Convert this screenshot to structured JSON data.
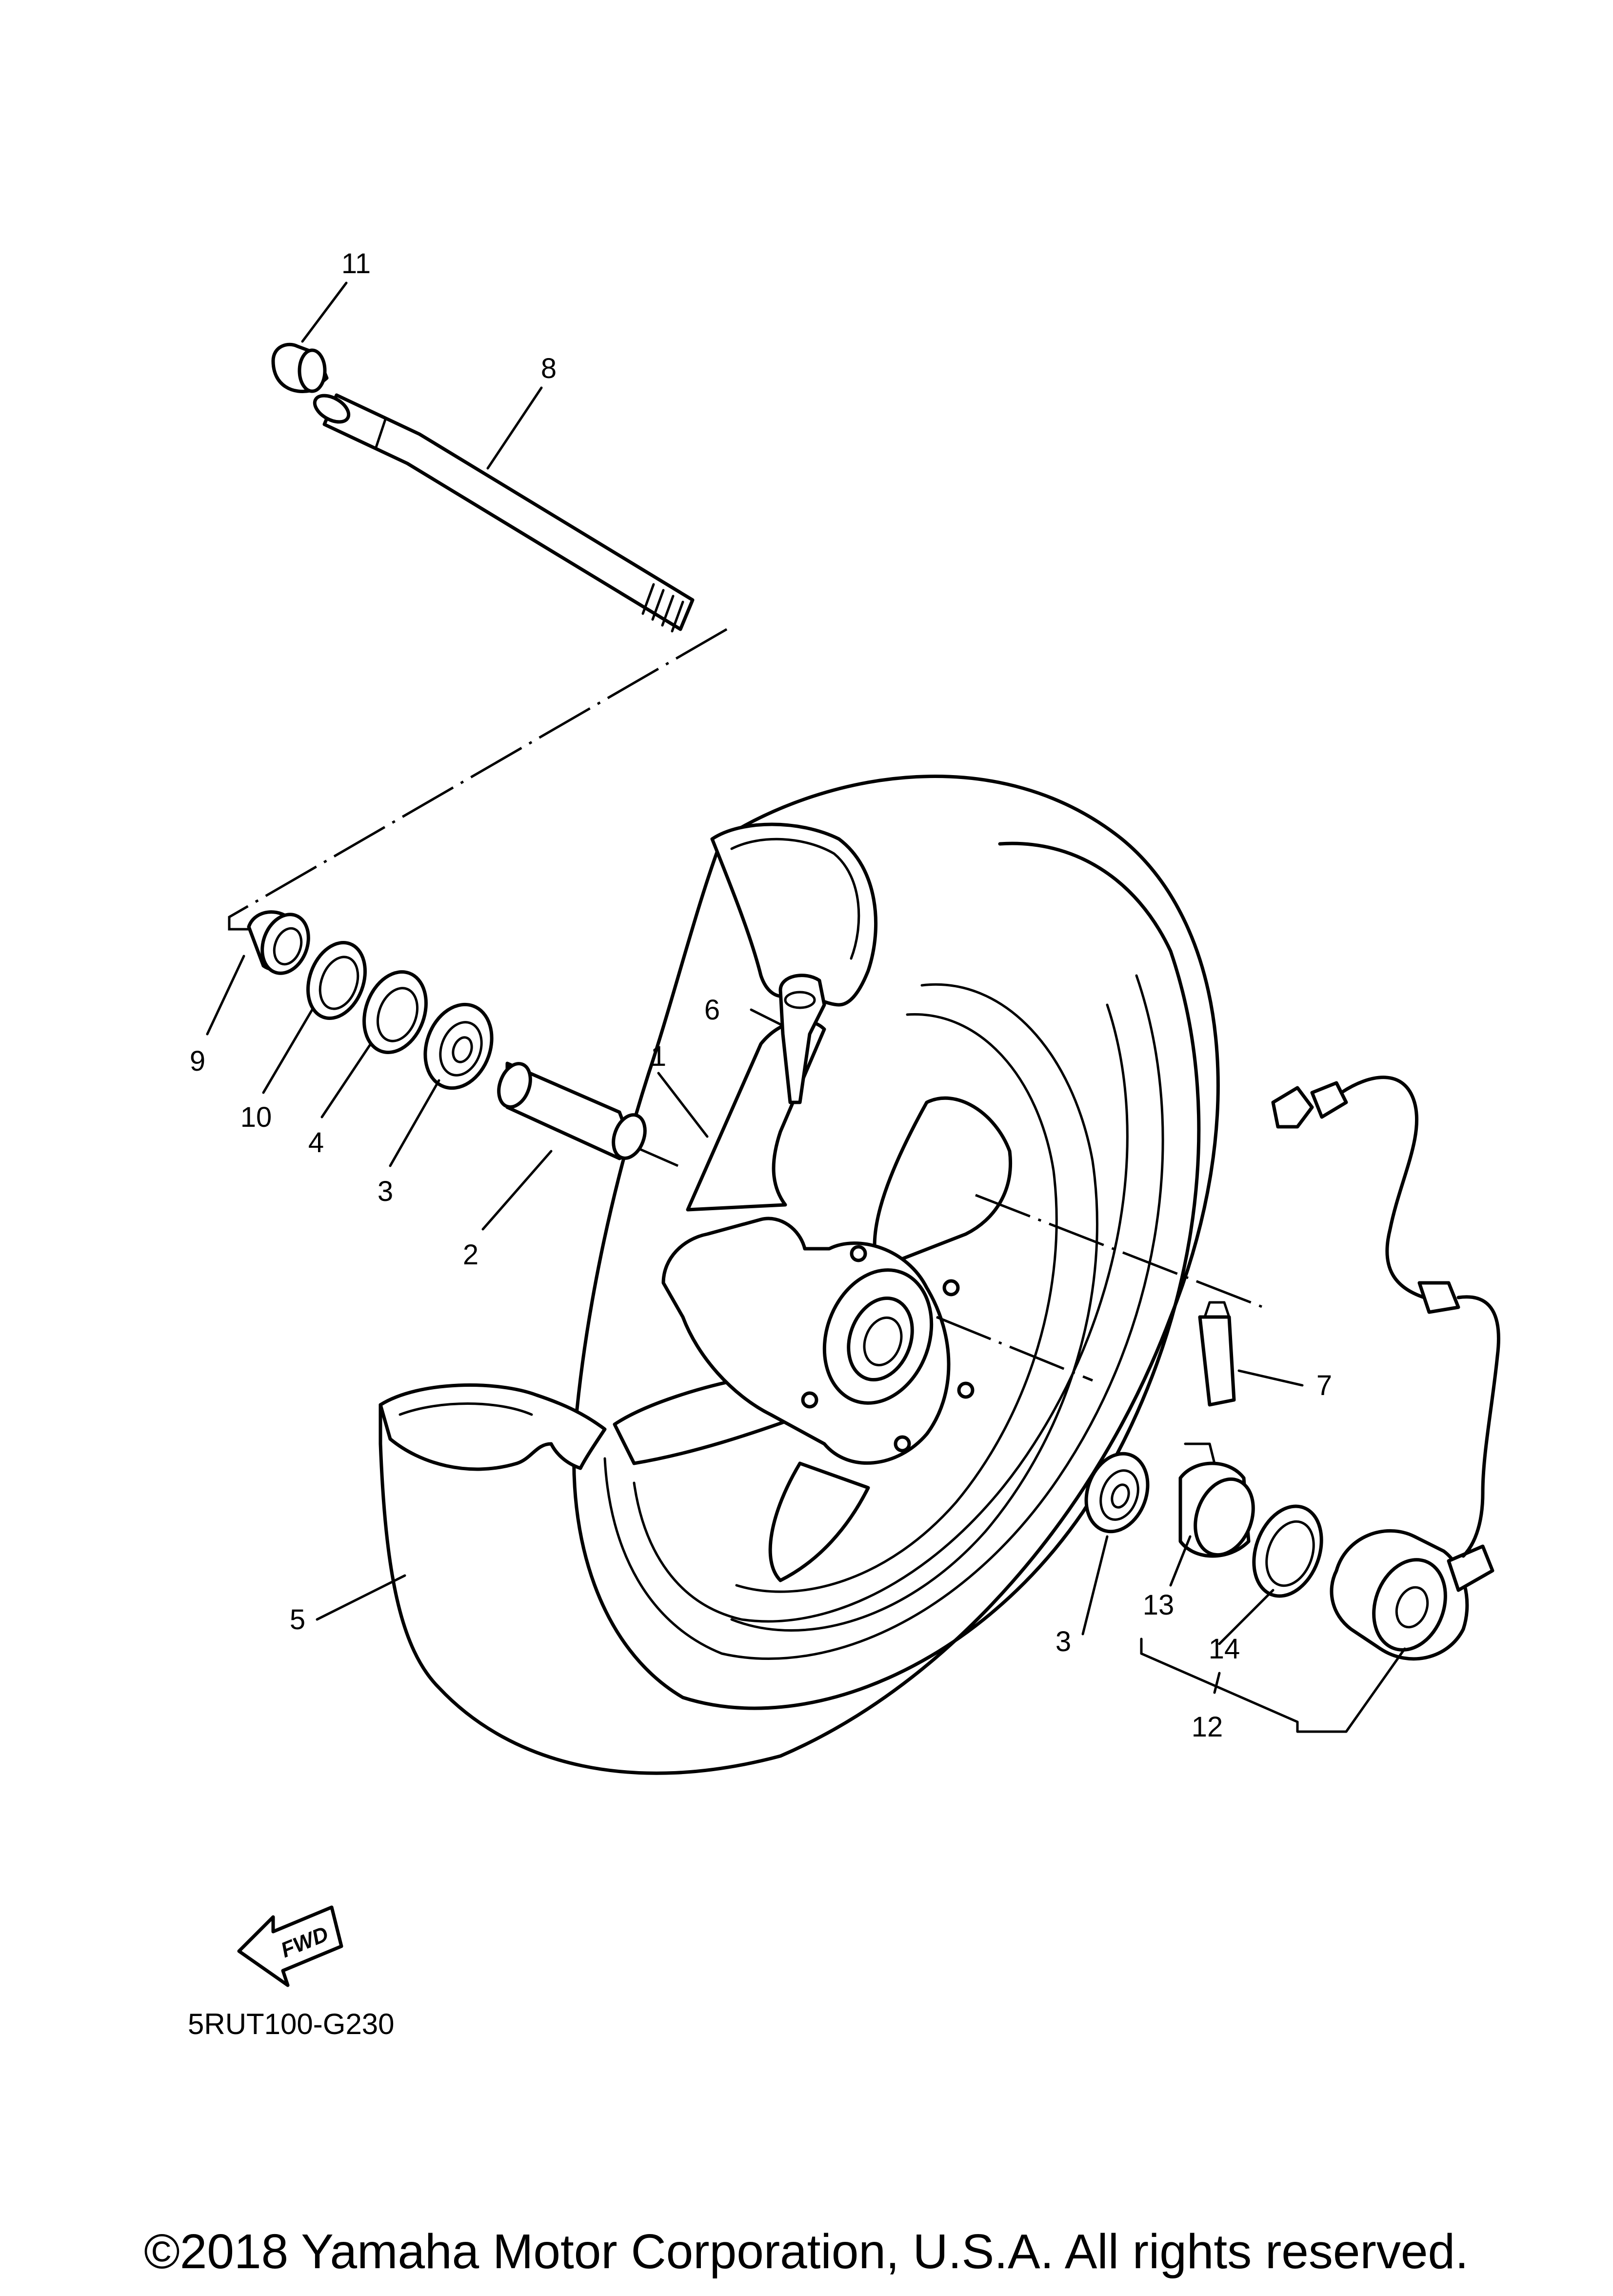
{
  "diagram_code": "5RUT100-G230",
  "copyright": "©2018 Yamaha Motor Corporation, U.S.A. All rights reserved.",
  "fwd_label": "FWD",
  "callouts": {
    "c1": "1",
    "c2": "2",
    "c3a": "3",
    "c3b": "3",
    "c4": "4",
    "c5": "5",
    "c6": "6",
    "c7": "7",
    "c8": "8",
    "c9": "9",
    "c10": "10",
    "c11": "11",
    "c12": "12",
    "c13": "13",
    "c14": "14"
  }
}
